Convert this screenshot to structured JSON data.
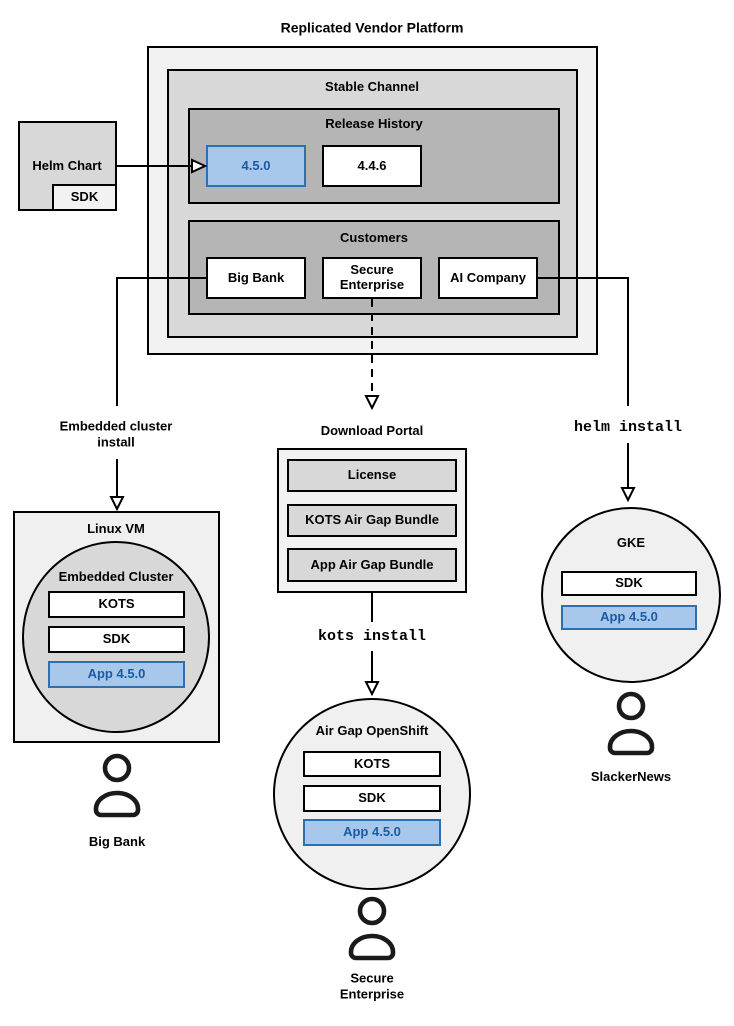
{
  "title": "Replicated Vendor Platform",
  "colors": {
    "highlight_fill": "#a7c8eb",
    "highlight_border": "#2e6fad",
    "highlight_text": "#1b5aa5",
    "box_border": "#000000",
    "outer_gray": "#f2f2f2",
    "mid_gray": "#d8d8d8",
    "dark_gray": "#b5b5b5"
  },
  "platform": {
    "stable_channel": "Stable Channel",
    "release_history": {
      "label": "Release History",
      "releases": [
        "4.5.0",
        "4.4.6"
      ]
    },
    "customers": {
      "label": "Customers",
      "items": [
        "Big Bank",
        "Secure Enterprise",
        "AI Company"
      ]
    }
  },
  "helm_chart": {
    "label": "Helm Chart",
    "sdk": "SDK"
  },
  "flows": {
    "embedded": {
      "install_label": "Embedded cluster install",
      "host": "Linux VM",
      "cluster": "Embedded Cluster",
      "components": [
        "KOTS",
        "SDK",
        "App 4.5.0"
      ],
      "user": "Big Bank"
    },
    "airgap": {
      "portal": {
        "label": "Download Portal",
        "items": [
          "License",
          "KOTS Air Gap Bundle",
          "App Air Gap Bundle"
        ]
      },
      "command": "kots install",
      "cluster": "Air Gap OpenShift",
      "components": [
        "KOTS",
        "SDK",
        "App 4.5.0"
      ],
      "user": "Secure Enterprise"
    },
    "helm": {
      "command": "helm install",
      "cluster": "GKE",
      "components": [
        "SDK",
        "App 4.5.0"
      ],
      "user": "SlackerNews"
    }
  }
}
